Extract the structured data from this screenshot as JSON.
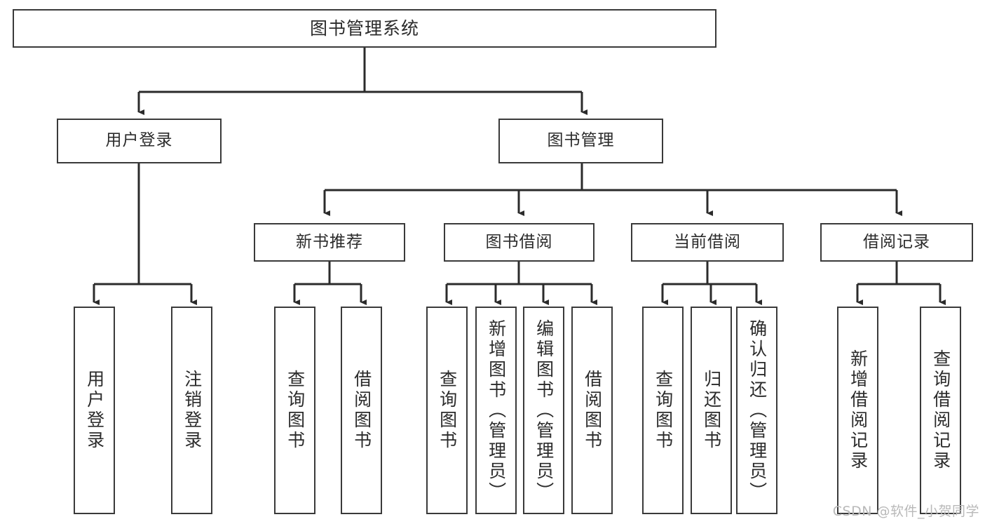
{
  "diagram": {
    "title": "图书管理系统",
    "type": "tree-hierarchy-diagram",
    "watermark": "CSDN @软件_小贺同学",
    "colors": {
      "box_border": "#3a3a3a",
      "box_fill": "#ffffff",
      "connector": "#2b2b2b",
      "text": "#2b2b2b",
      "watermark": "#b9b9b9"
    },
    "levels": {
      "root": {
        "id": "root",
        "label": "图书管理系统"
      },
      "level2": [
        {
          "id": "user-login",
          "label": "用户登录"
        },
        {
          "id": "book-management",
          "label": "图书管理"
        }
      ],
      "level3": [
        {
          "id": "new-book-recommend",
          "label": "新书推荐"
        },
        {
          "id": "book-borrow",
          "label": "图书借阅"
        },
        {
          "id": "current-borrow",
          "label": "当前借阅"
        },
        {
          "id": "borrow-record",
          "label": "借阅记录"
        }
      ],
      "level4": {
        "user_login_children": [
          {
            "id": "leaf-user-login",
            "label": "用户登录"
          },
          {
            "id": "leaf-logout-login",
            "label": "注销登录"
          }
        ],
        "new_book_recommend_children": [
          {
            "id": "leaf-query-book-1",
            "label": "查询图书"
          },
          {
            "id": "leaf-borrow-book-1",
            "label": "借阅图书"
          }
        ],
        "book_borrow_children": [
          {
            "id": "leaf-query-book-2",
            "label": "查询图书"
          },
          {
            "id": "leaf-add-book-admin",
            "label": "新增图书（管理员）"
          },
          {
            "id": "leaf-edit-book-admin",
            "label": "编辑图书（管理员）"
          },
          {
            "id": "leaf-borrow-book-2",
            "label": "借阅图书"
          }
        ],
        "current_borrow_children": [
          {
            "id": "leaf-query-book-3",
            "label": "查询图书"
          },
          {
            "id": "leaf-return-book",
            "label": "归还图书"
          },
          {
            "id": "leaf-confirm-return-admin",
            "label": "确认归还（管理员）"
          }
        ],
        "borrow_record_children": [
          {
            "id": "leaf-add-borrow-record",
            "label": "新增借阅记录"
          },
          {
            "id": "leaf-query-borrow-record",
            "label": "查询借阅记录"
          }
        ]
      }
    }
  }
}
